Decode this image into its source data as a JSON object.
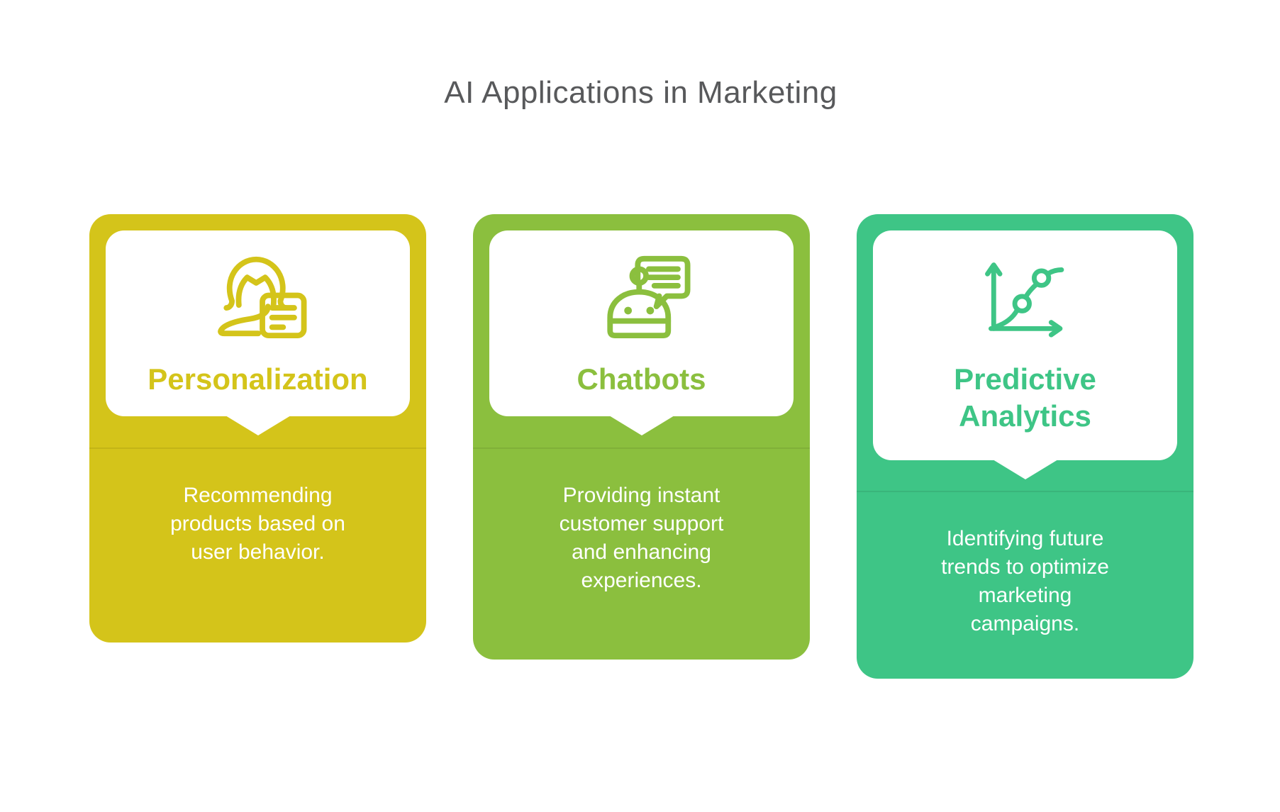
{
  "title": "AI Applications in Marketing",
  "colors": {
    "page_title_text": "#58595b",
    "description_text": "#ffffff",
    "panel_background": "#ffffff",
    "page_background": "#ffffff"
  },
  "cards": [
    {
      "title": "Personalization",
      "description": "Recommending\nproducts based on\nuser behavior.",
      "icon": "person-document-icon",
      "accent_color": "#d4c41a"
    },
    {
      "title": "Chatbots",
      "description": "Providing instant\ncustomer support\nand enhancing\nexperiences.",
      "icon": "chatbot-icon",
      "accent_color": "#8bbf3e"
    },
    {
      "title": "Predictive\nAnalytics",
      "description": "Identifying future\ntrends to optimize\nmarketing\ncampaigns.",
      "icon": "line-chart-icon",
      "accent_color": "#3ec586"
    }
  ]
}
